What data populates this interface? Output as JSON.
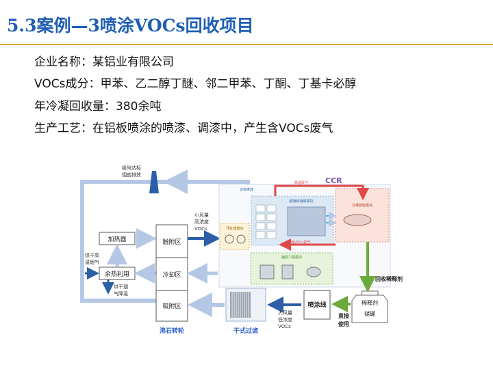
{
  "slide": {
    "title": "5.3案例—3喷涂VOCs回收项目",
    "info": [
      "企业名称：某铝业有限公司",
      "VOCs成分：甲苯、乙二醇丁醚、邻二甲苯、丁酮、丁基卡必醇",
      "年冷凝回收量：380余吨",
      "生产工艺：在铝板喷涂的喷漆、调漆中，产生含VOCs废气"
    ]
  },
  "diagram": {
    "stack_label_1": "吸附达标",
    "stack_label_2": "烟囱排放",
    "heater": "加热器",
    "waste_heat": "余热利用",
    "flue_hot_1": "烘干高",
    "flue_hot_2": "温烟气",
    "flue_cool_1": "烘干烟",
    "flue_cool_2": "气降温",
    "zone_desorb": "脱附区",
    "zone_cool": "冷却区",
    "zone_adsorb": "吸附区",
    "rotor_label": "沸石转轮",
    "small_flow_1": "小风量",
    "small_flow_2": "高浓度",
    "small_flow_3": "VOCs",
    "large_flow_1": "大风量",
    "large_flow_2": "低浓度",
    "large_flow_3": "VOCs",
    "dry_filter": "干式过滤",
    "spray_line": "喷涂线",
    "direct_use_1": "直接",
    "direct_use_2": "使用",
    "diluent_1": "稀释剂",
    "diluent_2": "储罐",
    "recycle_diluent": "回收稀释剂",
    "ccr": "CCR",
    "sub_compliant": "达标排放",
    "sub_saturated_module": "超饱和吸附模块",
    "sub_pretreat": "预处理模块",
    "sub_auxiliary": "辅助工程模块",
    "sub_condense": "冷凝回收模块",
    "sub_hot_n2": "高温氮气",
    "sub_voc_n2": "含VOCs氮气"
  },
  "colors": {
    "title_blue": "#1f5fb4",
    "rule_gold": "#d9a33a",
    "flow_light_blue": "#b4c8e6",
    "flow_dark_blue": "#2d5fa8",
    "hot_red": "#e04848",
    "recycle_green": "#6caa3c",
    "ccr_purple": "#7a4fb8"
  }
}
